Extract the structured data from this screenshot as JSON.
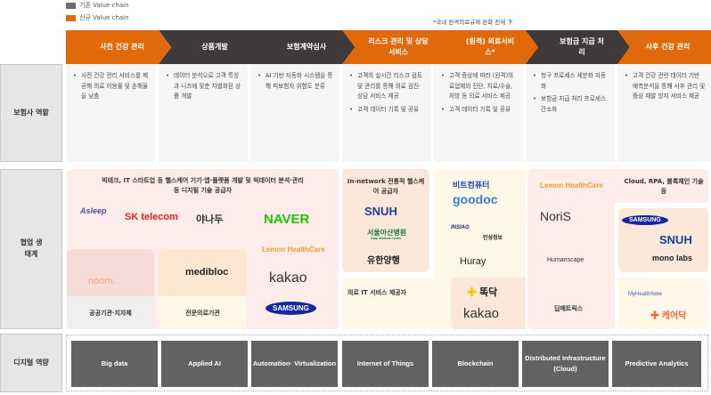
{
  "legend": {
    "existing": "기존 Value chain",
    "new": "신규 Value chain",
    "existing_color": "#6d6d6d",
    "new_color": "#e0690b"
  },
  "note": "*국내 원격의료규제 완화 전제 下",
  "chain": [
    {
      "title": "사전 건강 관리",
      "type": "new",
      "items": [
        "사전 건강 관리 서비스를 제공해 의료 이용률 및 손해율을 낮춤"
      ]
    },
    {
      "title": "상품개발",
      "type": "existing",
      "items": [
        "데이터 분석으로 고객 특성과 니즈에 맞춘 차별화된 상품 개발"
      ]
    },
    {
      "title": "보험계약심사",
      "type": "existing",
      "items": [
        "AI 기반 자동화 시스템을 통해 피보험자 위험도 분류"
      ]
    },
    {
      "title": "리스크 관리 및 상담 서비스",
      "type": "new",
      "items": [
        "고객의 실시간 리스크 검토 및 관리를 통해 의료 검진·상담 서비스 제공",
        "고객 데이터 기록 및 공유"
      ]
    },
    {
      "title": "(원격) 의료서비스*",
      "type": "new",
      "items": [
        "고객 증상에 따라 (원격)의료업체의 진단, 치료/수술, 처방 등 의료 서비스 제공",
        "고객 데이터 기록 및 공유"
      ]
    },
    {
      "title": "보험금 지급 처리",
      "type": "existing",
      "items": [
        "청구 프로세스 세분화 자동화",
        "보험금 지급 처리 프로세스 간소화"
      ]
    },
    {
      "title": "사후 건강 관리",
      "type": "new",
      "items": [
        "고객 건강 관련 데이터 기반 예측분석을 통해 사후 관리 및 증상 재발 방지 서비스 제공"
      ]
    }
  ],
  "rows": {
    "insurer": "보험사 역할",
    "ecosystem": "협업 생태계",
    "digital": "디지털 역량"
  },
  "ecosystem": {
    "bigtech_title": "빅테크, IT 스타트업 등 헬스케어 기기·앱·플랫폼 개발 및 빅데이터 분석·관리 등 디지털 기술 공급자",
    "bigtech_logos": [
      "Asleep",
      "SK telecom",
      "야나두",
      "NAVER",
      "Lemon HealthCare",
      "kakao",
      "SAMSUNG"
    ],
    "public_label": "공공기관·지자체",
    "public_logos": [
      "noom."
    ],
    "specialist_label": "전문의료기관",
    "specialist_logos": [
      "medibloc"
    ],
    "innetwork_title": "In-network 전통적 헬스케어 공급자",
    "innetwork_logos": [
      "SNUH",
      "서울아산병원",
      "Asan Medical Center",
      "유한양행"
    ],
    "medit_title": "의료 IT 서비스 제공자",
    "medit_logos": [
      "비트컴퓨터",
      "goodoc",
      "INSIAG",
      "인성정보",
      "Huray",
      "똑닥",
      "kakao"
    ],
    "cloud_title": "Cloud, RPA, 블록체인 기술 등",
    "cloud_logos": [
      "Lemon HealthCare",
      "NoriS",
      "Humanscape",
      "딥메트릭스",
      "SAMSUNG",
      "SNUH",
      "mono labs",
      "MyHealthNote",
      "케어닥"
    ]
  },
  "digital": [
    "Big data",
    "Applied AI",
    "Automation· Virtualization",
    "Internet of Things",
    "Blockchain",
    "Distributed Infrastructure (Cloud)",
    "Predictive Analytics"
  ]
}
